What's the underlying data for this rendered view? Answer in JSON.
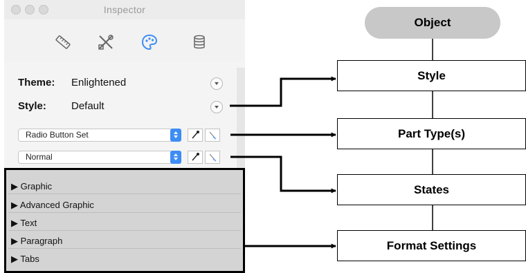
{
  "window": {
    "title": "Inspector"
  },
  "toolbar": {
    "icons": [
      "ruler-icon",
      "tools-icon",
      "palette-icon",
      "database-icon"
    ],
    "selected": "palette-icon"
  },
  "properties": {
    "theme_label": "Theme:",
    "theme_value": "Enlightened",
    "style_label": "Style:",
    "style_value": "Default",
    "part_type_select": "Radio Button Set",
    "state_select": "Normal"
  },
  "sections": [
    "▶ Graphic",
    "▶ Advanced Graphic",
    "▶ Text",
    "▶ Paragraph",
    "▶ Tabs"
  ],
  "flowchart": {
    "root": "Object",
    "nodes": [
      "Style",
      "Part Type(s)",
      "States",
      "Format Settings"
    ]
  },
  "colors": {
    "accent": "#3d8df5",
    "root_fill": "#c8c8c8",
    "section_fill": "#d4d4d4"
  }
}
